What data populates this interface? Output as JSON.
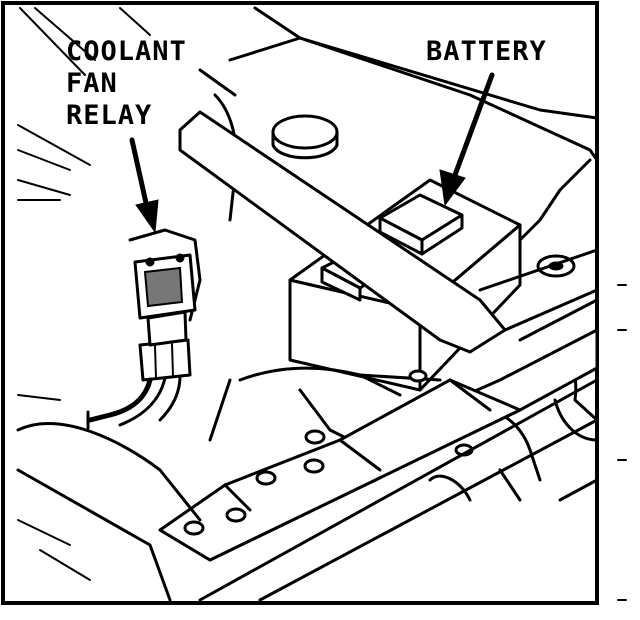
{
  "labels": {
    "relay": [
      "COOLANT",
      "FAN",
      "RELAY"
    ],
    "battery": "BATTERY"
  },
  "colors": {
    "line": "#000000",
    "background": "#ffffff"
  }
}
